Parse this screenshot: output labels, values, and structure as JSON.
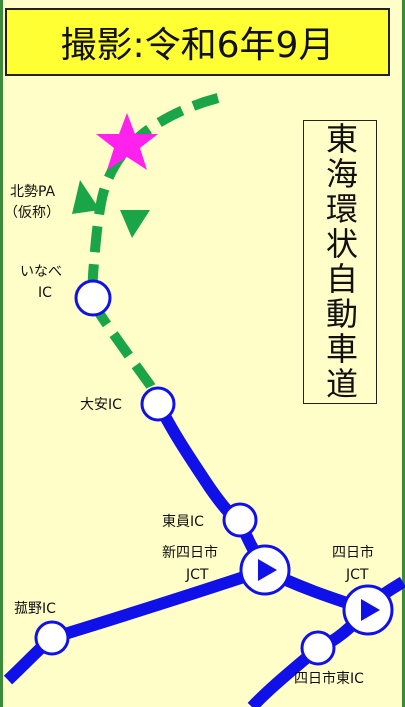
{
  "title": "撮影:令和6年9月",
  "expressway_name": "東海環状自動車道",
  "labels": {
    "kitasei_pa": "北勢PA",
    "kitasei_pa_note": "（仮称）",
    "inabe_ic_1": "いなべ",
    "inabe_ic_2": "IC",
    "daian_ic": "大安IC",
    "higashiin_ic": "東員IC",
    "shin_yokkaichi_jct_1": "新四日市",
    "shin_yokkaichi_jct_2": "JCT",
    "yokkaichi_jct_1": "四日市",
    "yokkaichi_jct_2": "JCT",
    "komono_ic": "菰野IC",
    "yokkaichi_higashi_ic": "四日市東IC"
  },
  "colors": {
    "open_road": "#1010e8",
    "planned_road": "#1aa548",
    "photo_star": "#ff22ee",
    "title_bg": "#ffff33",
    "map_bg": "#fffdc8"
  }
}
